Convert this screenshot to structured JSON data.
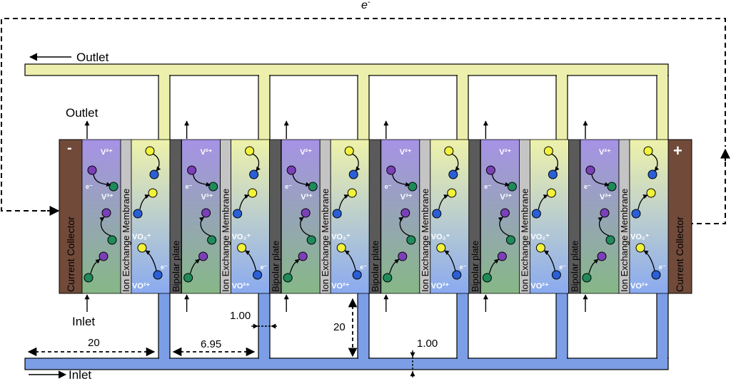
{
  "labels": {
    "electron_top": "e",
    "electron_top_sup": "-",
    "outlet_top": "Outlet",
    "outlet_left": "Outlet",
    "inlet_left": "Inlet",
    "inlet_bottom": "Inlet",
    "minus": "-",
    "plus": "+",
    "current_collector_left": "Current Collector",
    "current_collector_right": "Current Collector",
    "membrane": "Ion Exchange Membrane",
    "bipolar": "Bipolar plate",
    "v2": "V²⁺",
    "v3": "V³⁺",
    "vo2p": "VO₂⁺",
    "vo2pp": "VO²⁺",
    "electron": "e⁻"
  },
  "dimensions": {
    "d20_h": "20",
    "d695": "6.95",
    "d100_left": "1.00",
    "d20_v": "20",
    "d100_right": "1.00"
  },
  "colors": {
    "outlet_manifold": "#ecf0ac",
    "inlet_manifold": "#7b9ee6",
    "collector": "#714a3a",
    "membrane": "#c4c4c4",
    "bipolar": "#5a5a5a",
    "neg_top": "#a692e6",
    "neg_bottom": "#86b886",
    "pos_top": "#eef2aa",
    "pos_bottom": "#8aaaf0",
    "v2_ion": "#7b3fb8",
    "v3_ion": "#1f8a5a",
    "vo2p_ion": "#f2f23a",
    "vo2pp_ion": "#2a5fd6"
  }
}
